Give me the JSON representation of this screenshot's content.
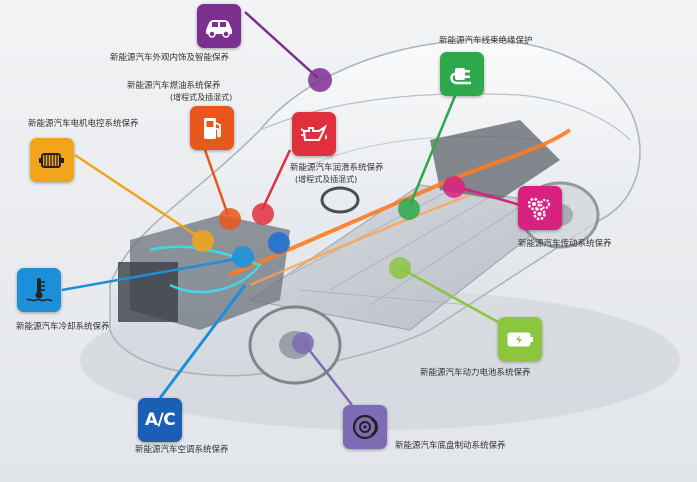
{
  "labels": {
    "exterior_interior": "新能源汽车外观内饰及智能保养",
    "wiring_insulation": "新能源汽车线束绝缘保护",
    "fuel_system": "新能源汽车燃油系统保养",
    "fuel_system_sub": "(增程式及插混式)",
    "motor_control": "新能源汽车电机电控系统保养",
    "lubrication": "新能源汽车润滑系统保养",
    "lubrication_sub": "(增程式及插混式)",
    "transmission": "新能源汽车传动系统保养",
    "cooling": "新能源汽车冷却系统保养",
    "battery": "新能源汽车动力电池系统保养",
    "ac": "新能源汽车空调系统保养",
    "brake": "新能源汽车底盘制动系统保养"
  },
  "badge_text": {
    "ac": "A/C"
  },
  "colors": {
    "exterior": "#7b2f8f",
    "wiring": "#2ea84a",
    "fuel": "#e8571c",
    "motor": "#f2a51a",
    "lubrication": "#e0303d",
    "transmission": "#d9217f",
    "cooling": "#1c8fd8",
    "battery": "#8cc63f",
    "ac": "#1a5fb4",
    "brake": "#7d6bb3"
  },
  "icons": {
    "exterior": "car-icon",
    "wiring": "plug-icon",
    "fuel": "fuel-pump-icon",
    "motor": "motor-icon",
    "lubrication": "oil-can-icon",
    "transmission": "gears-icon",
    "cooling": "coolant-thermometer-icon",
    "battery": "battery-icon",
    "ac": "ac-text-icon",
    "brake": "brake-disc-icon"
  }
}
